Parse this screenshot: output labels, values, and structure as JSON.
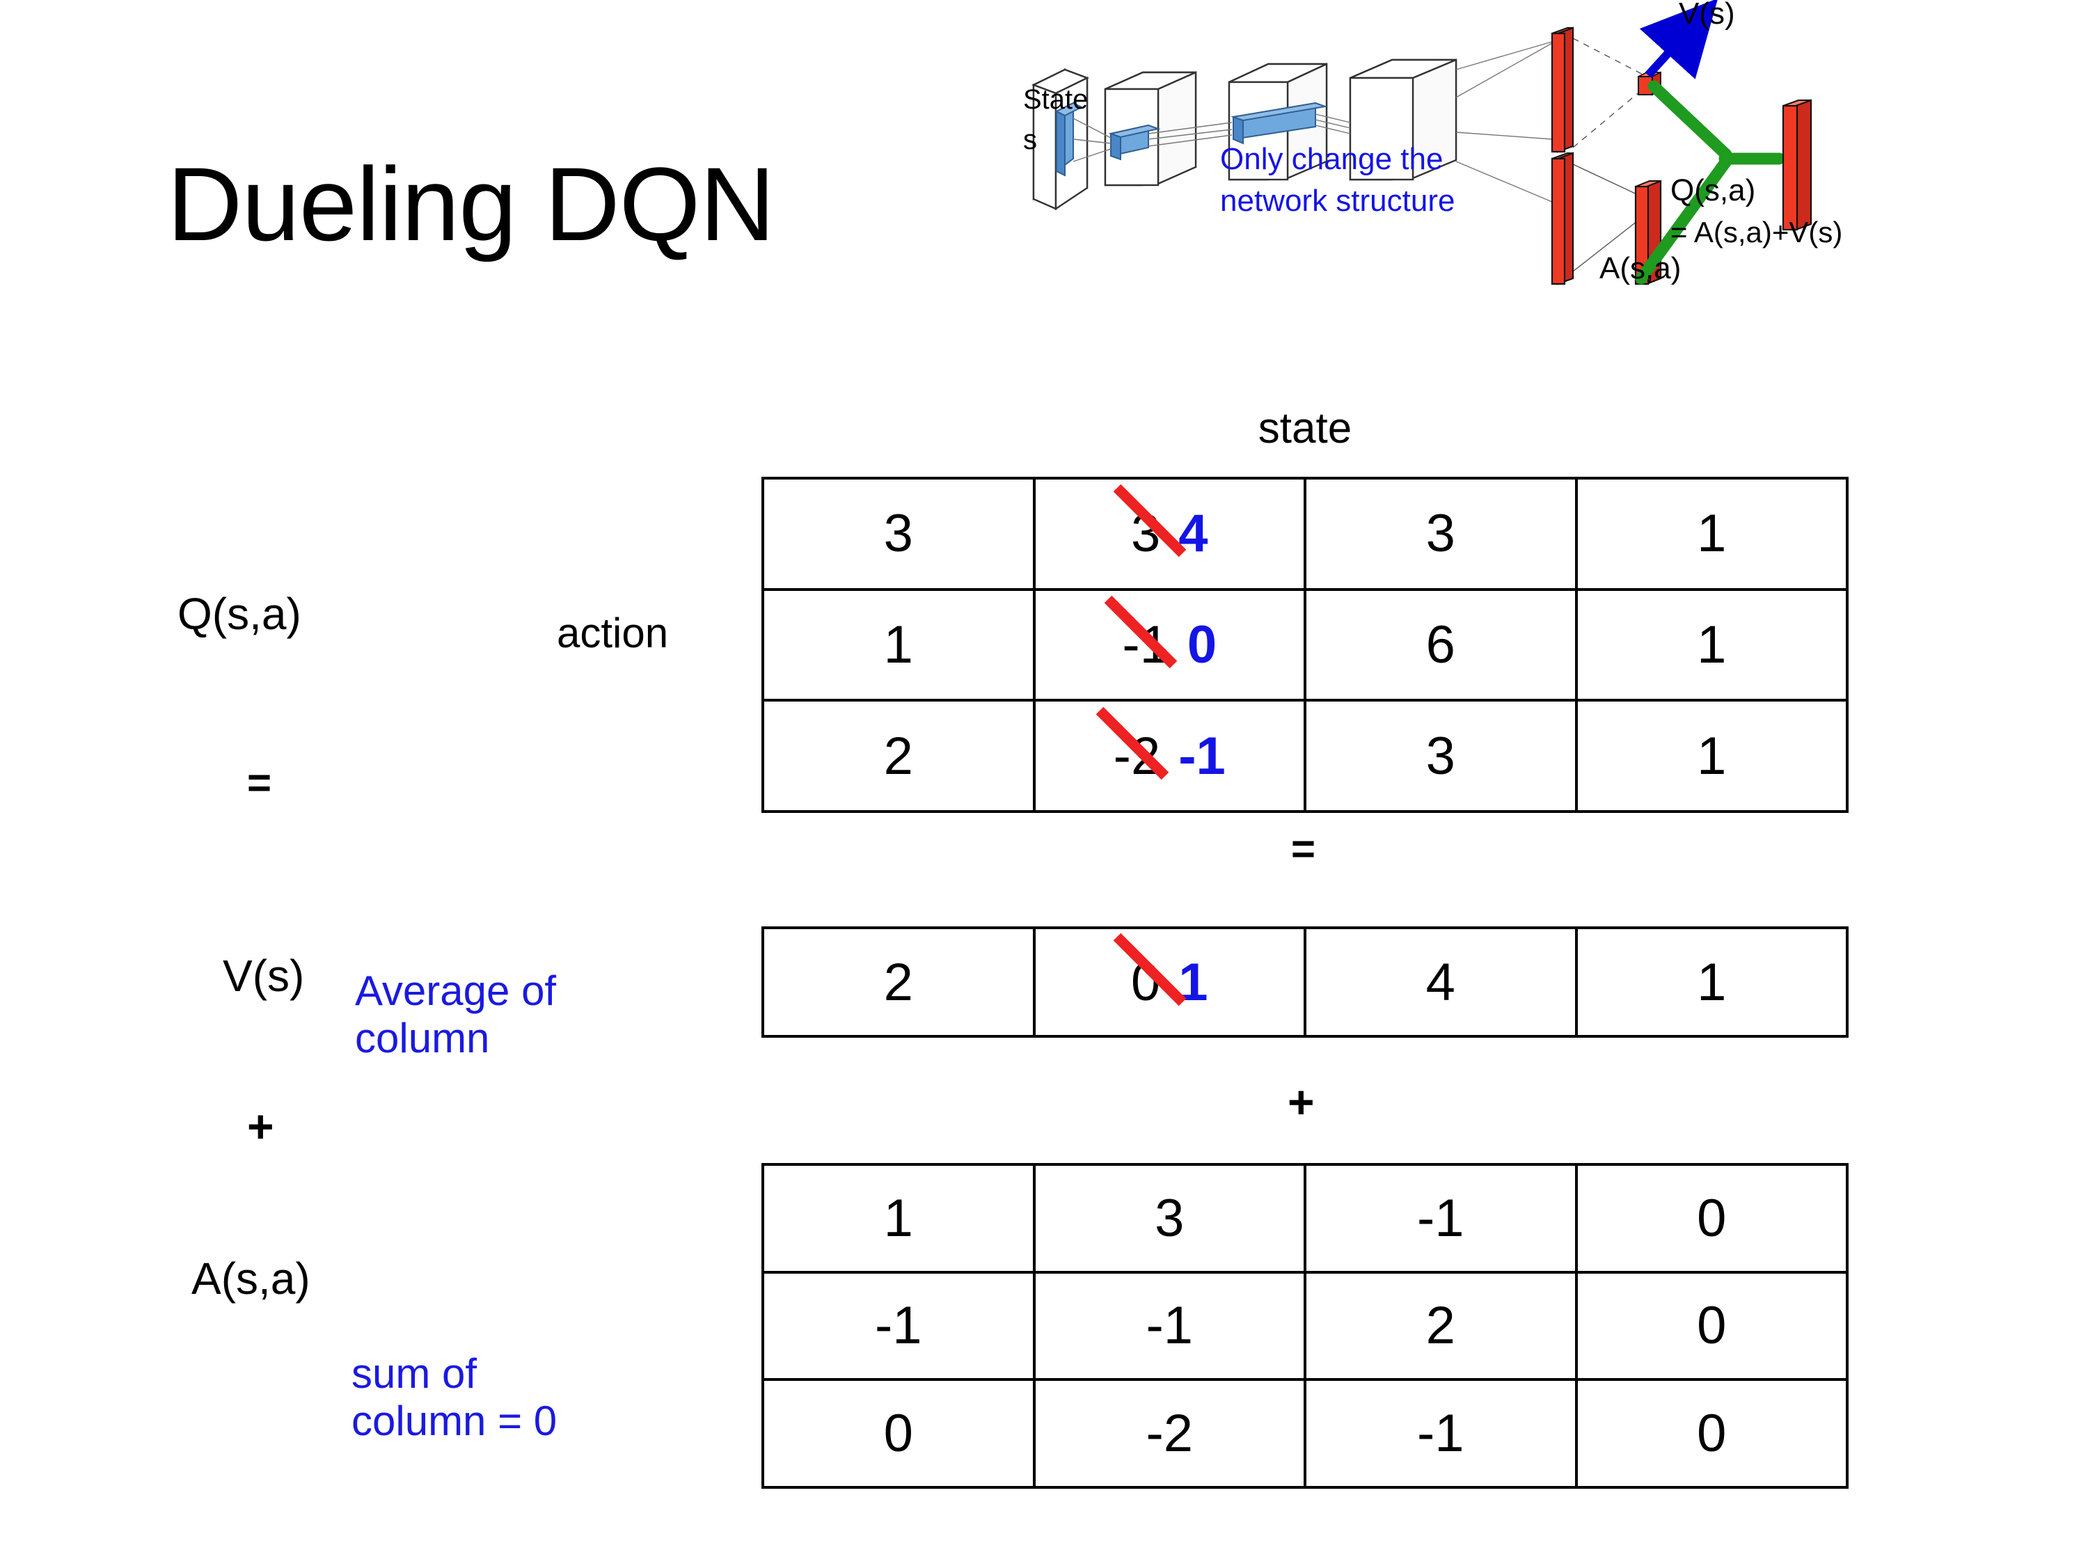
{
  "slide": {
    "title": "Dueling DQN"
  },
  "diagram": {
    "input_label_line1": "State",
    "input_label_line2": "s",
    "note_line1": "Only change the",
    "note_line2": "network structure",
    "value_label": "V(s)",
    "advantage_label": "A(s,a)",
    "output_label_line1": "Q(s,a)",
    "output_label_line2": "= A(s,a)+V(s)",
    "colors": {
      "note": "#1414e6",
      "value_arrow": "#0000d4",
      "combine": "#1f9b1f",
      "bar": "#ee3322",
      "volume": "#5b9bd5"
    }
  },
  "labels": {
    "state_axis": "state",
    "action_axis": "action",
    "q_label": "Q(s,a)",
    "v_label": "V(s)",
    "a_label": "A(s,a)",
    "equals_left": "=",
    "plus_left": "+",
    "equals_mid": "=",
    "plus_mid": "+",
    "note_average_line1": "Average of",
    "note_average_line2": "column",
    "note_sum_line1": "sum of",
    "note_sum_line2": "column = 0"
  },
  "colors": {
    "annotation_blue": "#1a1ae0",
    "edit_blue": "#1414e6",
    "strike_red": "#ee2222",
    "table_border": "#000000"
  },
  "chart_data": {
    "type": "table",
    "title": "Dueling DQN  Q(s,a) = V(s) + A(s,a)",
    "axes": {
      "columns": "state",
      "rows": "action"
    },
    "tables": [
      {
        "name": "Q(s,a)",
        "rows": 3,
        "cols": 4,
        "values": [
          [
            "3",
            "3",
            "3",
            "1"
          ],
          [
            "1",
            "-1",
            "6",
            "1"
          ],
          [
            "2",
            "-2",
            "3",
            "1"
          ]
        ],
        "edits": [
          {
            "row": 0,
            "col": 1,
            "old": "3",
            "new": "4"
          },
          {
            "row": 1,
            "col": 1,
            "old": "-1",
            "new": "0"
          },
          {
            "row": 2,
            "col": 1,
            "old": "-2",
            "new": "-1"
          }
        ]
      },
      {
        "name": "V(s)",
        "rows": 1,
        "cols": 4,
        "values": [
          [
            "2",
            "0",
            "4",
            "1"
          ]
        ],
        "edits": [
          {
            "row": 0,
            "col": 1,
            "old": "0",
            "new": "1"
          }
        ]
      },
      {
        "name": "A(s,a)",
        "rows": 3,
        "cols": 4,
        "values": [
          [
            "1",
            "3",
            "-1",
            "0"
          ],
          [
            "-1",
            "-1",
            "2",
            "0"
          ],
          [
            "0",
            "-2",
            "-1",
            "0"
          ]
        ],
        "edits": []
      }
    ]
  }
}
